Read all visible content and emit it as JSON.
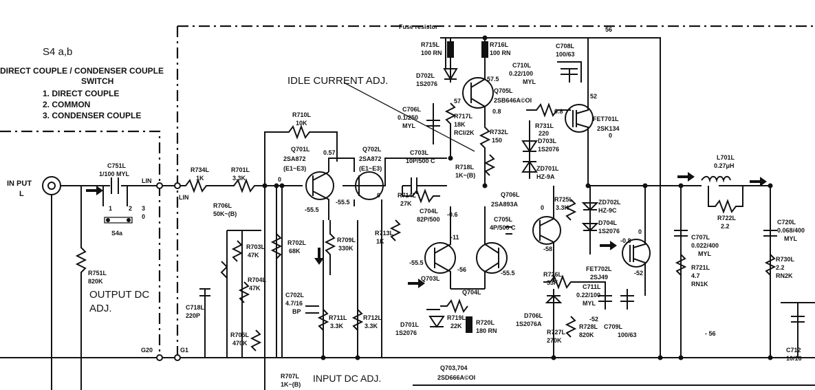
{
  "switch_box": {
    "title": "S4 a,b",
    "line1": "DIRECT COUPLE / CONDENSER COUPLE",
    "line2": "SWITCH",
    "opt1": "1. DIRECT COUPLE",
    "opt2": "2. COMMON",
    "opt3": "3. CONDENSER COUPLE"
  },
  "labels": {
    "fuse": "Fuse resistor",
    "idle": "IDLE CURRENT ADJ.",
    "output_dc": "OUTPUT DC",
    "output_dc2": "ADJ.",
    "input_dc": "INPUT DC ADJ.",
    "input": "IN PUT",
    "input_l": "L",
    "lin": "LIN",
    "lin2": "LIN",
    "s4a": "S4a",
    "sw1": "1",
    "sw2": "2",
    "sw3": "3",
    "sw0": "0",
    "g20": "G20",
    "g1": "G1",
    "v56": "56",
    "vm56": "- 56",
    "v575": "57.5",
    "v57": "57",
    "v52": "52",
    "v08a": "0.8",
    "v08b": "0.8",
    "v0a": "0",
    "v057": "0.57",
    "vm555a": "-55.5",
    "vm555b": "-55.5",
    "vm06": "-0.6",
    "vm11": "-11",
    "vm553": "-55.5",
    "vm56b": "-56",
    "vm555c": "-55.5",
    "vm58": "-58",
    "v0b": "0",
    "v0c": "0",
    "v0d": "0",
    "vm08": "-0.8",
    "vm52": "-52",
    "vm52b": "-52",
    "v0e": "0"
  },
  "components": [
    {
      "id": "r715",
      "t": "R715L"
    },
    {
      "id": "r715v",
      "t": "100 RN"
    },
    {
      "id": "r716",
      "t": "R716L"
    },
    {
      "id": "r716v",
      "t": "100 RN"
    },
    {
      "id": "c708",
      "t": "C708L"
    },
    {
      "id": "c708v",
      "t": "100/63"
    },
    {
      "id": "c710",
      "t": "C710L"
    },
    {
      "id": "c710v",
      "t": "0.22/100"
    },
    {
      "id": "c710m",
      "t": "MYL"
    },
    {
      "id": "d702",
      "t": "D702L"
    },
    {
      "id": "d702v",
      "t": "1S2076"
    },
    {
      "id": "q705",
      "t": "Q705L"
    },
    {
      "id": "q705v",
      "t": "2SB646A©OI"
    },
    {
      "id": "c706",
      "t": "C706L"
    },
    {
      "id": "c706v",
      "t": "0.1/250"
    },
    {
      "id": "c706m",
      "t": "MYL"
    },
    {
      "id": "r717",
      "t": "R717L"
    },
    {
      "id": "r717v",
      "t": "18K"
    },
    {
      "id": "r717m",
      "t": "RCI/2K"
    },
    {
      "id": "r731",
      "t": "R731L"
    },
    {
      "id": "r731v",
      "t": "220"
    },
    {
      "id": "fet701",
      "t": "FET701L"
    },
    {
      "id": "fet701v",
      "t": "2SK134"
    },
    {
      "id": "r732",
      "t": "R732L"
    },
    {
      "id": "r732v",
      "t": "150"
    },
    {
      "id": "d703",
      "t": "D703L"
    },
    {
      "id": "d703v",
      "t": "1S2076"
    },
    {
      "id": "zd701",
      "t": "ZD701L"
    },
    {
      "id": "zd701v",
      "t": "HZ-9A"
    },
    {
      "id": "r710",
      "t": "R710L"
    },
    {
      "id": "r710v",
      "t": "10K"
    },
    {
      "id": "q701",
      "t": "Q701L"
    },
    {
      "id": "q701v",
      "t": "2SA872"
    },
    {
      "id": "q701r",
      "t": "(E1~E3)"
    },
    {
      "id": "q702",
      "t": "Q702L"
    },
    {
      "id": "q702v",
      "t": "2SA872"
    },
    {
      "id": "q702r",
      "t": "(E1~E3)"
    },
    {
      "id": "c703",
      "t": "C703L"
    },
    {
      "id": "c703v",
      "t": "10P/500 C"
    },
    {
      "id": "r718",
      "t": "R718L"
    },
    {
      "id": "r718v",
      "t": "1K~(B)"
    },
    {
      "id": "l701",
      "t": "L701L"
    },
    {
      "id": "l701v",
      "t": "0.27μH"
    },
    {
      "id": "c751",
      "t": "C751L"
    },
    {
      "id": "c751v",
      "t": "1/100 MYL"
    },
    {
      "id": "r734",
      "t": "R734L"
    },
    {
      "id": "r734v",
      "t": "1K"
    },
    {
      "id": "r701",
      "t": "R701L"
    },
    {
      "id": "r701v",
      "t": "3.3K"
    },
    {
      "id": "r714",
      "t": "R714L"
    },
    {
      "id": "r714v",
      "t": "27K"
    },
    {
      "id": "q706",
      "t": "Q706L"
    },
    {
      "id": "q706v",
      "t": "2SA893A"
    },
    {
      "id": "r725",
      "t": "R725L"
    },
    {
      "id": "r725v",
      "t": "3.3K"
    },
    {
      "id": "zd702",
      "t": "ZD702L"
    },
    {
      "id": "zd702v",
      "t": "HZ-9C"
    },
    {
      "id": "r722",
      "t": "R722L"
    },
    {
      "id": "r722v",
      "t": "2.2"
    },
    {
      "id": "c720",
      "t": "C720L"
    },
    {
      "id": "c720v",
      "t": "0.068/400"
    },
    {
      "id": "c720m",
      "t": "MYL"
    },
    {
      "id": "r706",
      "t": "R706L"
    },
    {
      "id": "r706v",
      "t": "50K~(B)"
    },
    {
      "id": "c704",
      "t": "C704L"
    },
    {
      "id": "c704v",
      "t": "82P/500"
    },
    {
      "id": "c705",
      "t": "C705L"
    },
    {
      "id": "c705v",
      "t": "4P/500 C"
    },
    {
      "id": "d704",
      "t": "D704L"
    },
    {
      "id": "d704v",
      "t": "1S2076"
    },
    {
      "id": "r703",
      "t": "R703L"
    },
    {
      "id": "r703v",
      "t": "47K"
    },
    {
      "id": "r709",
      "t": "R709L"
    },
    {
      "id": "r709v",
      "t": "330K"
    },
    {
      "id": "r713",
      "t": "R713L"
    },
    {
      "id": "r713v",
      "t": "1K"
    },
    {
      "id": "r702",
      "t": "R702L"
    },
    {
      "id": "r702v",
      "t": "68K"
    },
    {
      "id": "c707",
      "t": "C707L"
    },
    {
      "id": "c707v",
      "t": "0.022/400"
    },
    {
      "id": "c707m",
      "t": "MYL"
    },
    {
      "id": "r751",
      "t": "R751L"
    },
    {
      "id": "r751v",
      "t": "820K"
    },
    {
      "id": "r704",
      "t": "R704L"
    },
    {
      "id": "r704v",
      "t": "47K"
    },
    {
      "id": "q703",
      "t": "Q703L"
    },
    {
      "id": "fet702",
      "t": "FET702L"
    },
    {
      "id": "fet702v",
      "t": "2SJ49"
    },
    {
      "id": "r721",
      "t": "R721L"
    },
    {
      "id": "r721v",
      "t": "4.7"
    },
    {
      "id": "r721m",
      "t": "RN1K"
    },
    {
      "id": "r730",
      "t": "R730L"
    },
    {
      "id": "r730v",
      "t": "2.2"
    },
    {
      "id": "r730m",
      "t": "RN2K"
    },
    {
      "id": "r726",
      "t": "R726L"
    },
    {
      "id": "r726v",
      "t": "33K"
    },
    {
      "id": "c718",
      "t": "C718L"
    },
    {
      "id": "c718v",
      "t": "220P"
    },
    {
      "id": "q704",
      "t": "Q704L"
    },
    {
      "id": "c711",
      "t": "C711L"
    },
    {
      "id": "c711v",
      "t": "0.22/100"
    },
    {
      "id": "c711m",
      "t": "MYL"
    },
    {
      "id": "c702",
      "t": "C702L"
    },
    {
      "id": "c702v",
      "t": "4.7/16"
    },
    {
      "id": "c702m",
      "t": "BP"
    },
    {
      "id": "r711",
      "t": "R711L"
    },
    {
      "id": "r711v",
      "t": "3.3K"
    },
    {
      "id": "r712",
      "t": "R712L"
    },
    {
      "id": "r712v",
      "t": "3.3K"
    },
    {
      "id": "r719",
      "t": "R719L"
    },
    {
      "id": "r719v",
      "t": "22K"
    },
    {
      "id": "r720",
      "t": "R720L"
    },
    {
      "id": "r720v",
      "t": "180 RN"
    },
    {
      "id": "d706",
      "t": "D706L"
    },
    {
      "id": "d706v",
      "t": "1S2076A"
    },
    {
      "id": "d701",
      "t": "D701L"
    },
    {
      "id": "d701v",
      "t": "1S2076"
    },
    {
      "id": "r727",
      "t": "R727L"
    },
    {
      "id": "r727v",
      "t": "270K"
    },
    {
      "id": "r728",
      "t": "R728L"
    },
    {
      "id": "r728v",
      "t": "820K"
    },
    {
      "id": "c709",
      "t": "C709L"
    },
    {
      "id": "c709v",
      "t": "100/63"
    },
    {
      "id": "r705",
      "t": "R705L"
    },
    {
      "id": "r705v",
      "t": "470K"
    },
    {
      "id": "c712",
      "t": "C712"
    },
    {
      "id": "c712v",
      "t": "10/16"
    },
    {
      "id": "r707",
      "t": "R707L"
    },
    {
      "id": "r707v",
      "t": "1K~(B)"
    },
    {
      "id": "q703704",
      "t": "Q703,704"
    },
    {
      "id": "q703704v",
      "t": "2SD666A©OI"
    }
  ]
}
